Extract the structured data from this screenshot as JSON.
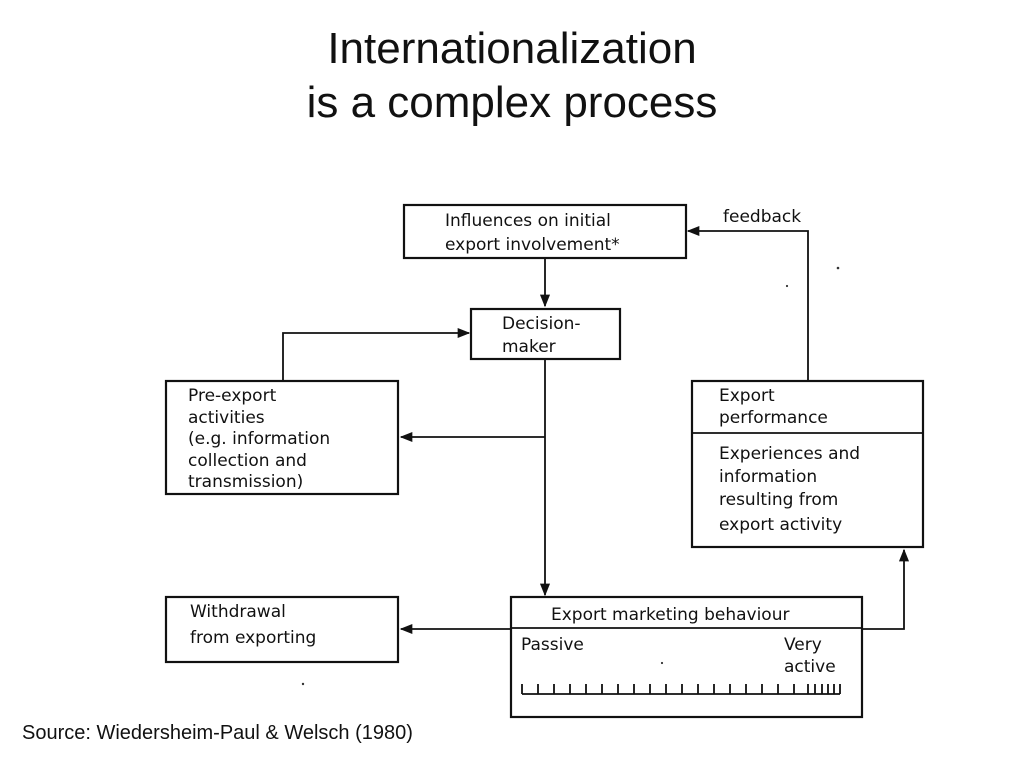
{
  "slide": {
    "title_line1": "Internationalization",
    "title_line2": "is a complex process",
    "source": "Source: Wiedersheim-Paul & Welsch (1980)"
  },
  "diagram": {
    "influences": {
      "line1": "Influences on initial",
      "line2": "export involvement*"
    },
    "feedback_label": "feedback",
    "decision_maker": {
      "line1": "Decision-",
      "line2": "maker"
    },
    "pre_export": {
      "line1": "Pre-export",
      "line2": "activities",
      "line3": "(e.g. information",
      "line4": "collection and",
      "line5": "transmission)"
    },
    "export_performance": {
      "title_line1": "Export",
      "title_line2": "performance",
      "body_line1": "Experiences and",
      "body_line2": "information",
      "body_line3": "resulting from",
      "body_line4": "export activity"
    },
    "withdrawal": {
      "line1": "Withdrawal",
      "line2": "from exporting"
    },
    "export_marketing": {
      "title": "Export marketing behaviour",
      "scale_left": "Passive",
      "scale_right_line1": "Very",
      "scale_right_line2": "active"
    }
  }
}
